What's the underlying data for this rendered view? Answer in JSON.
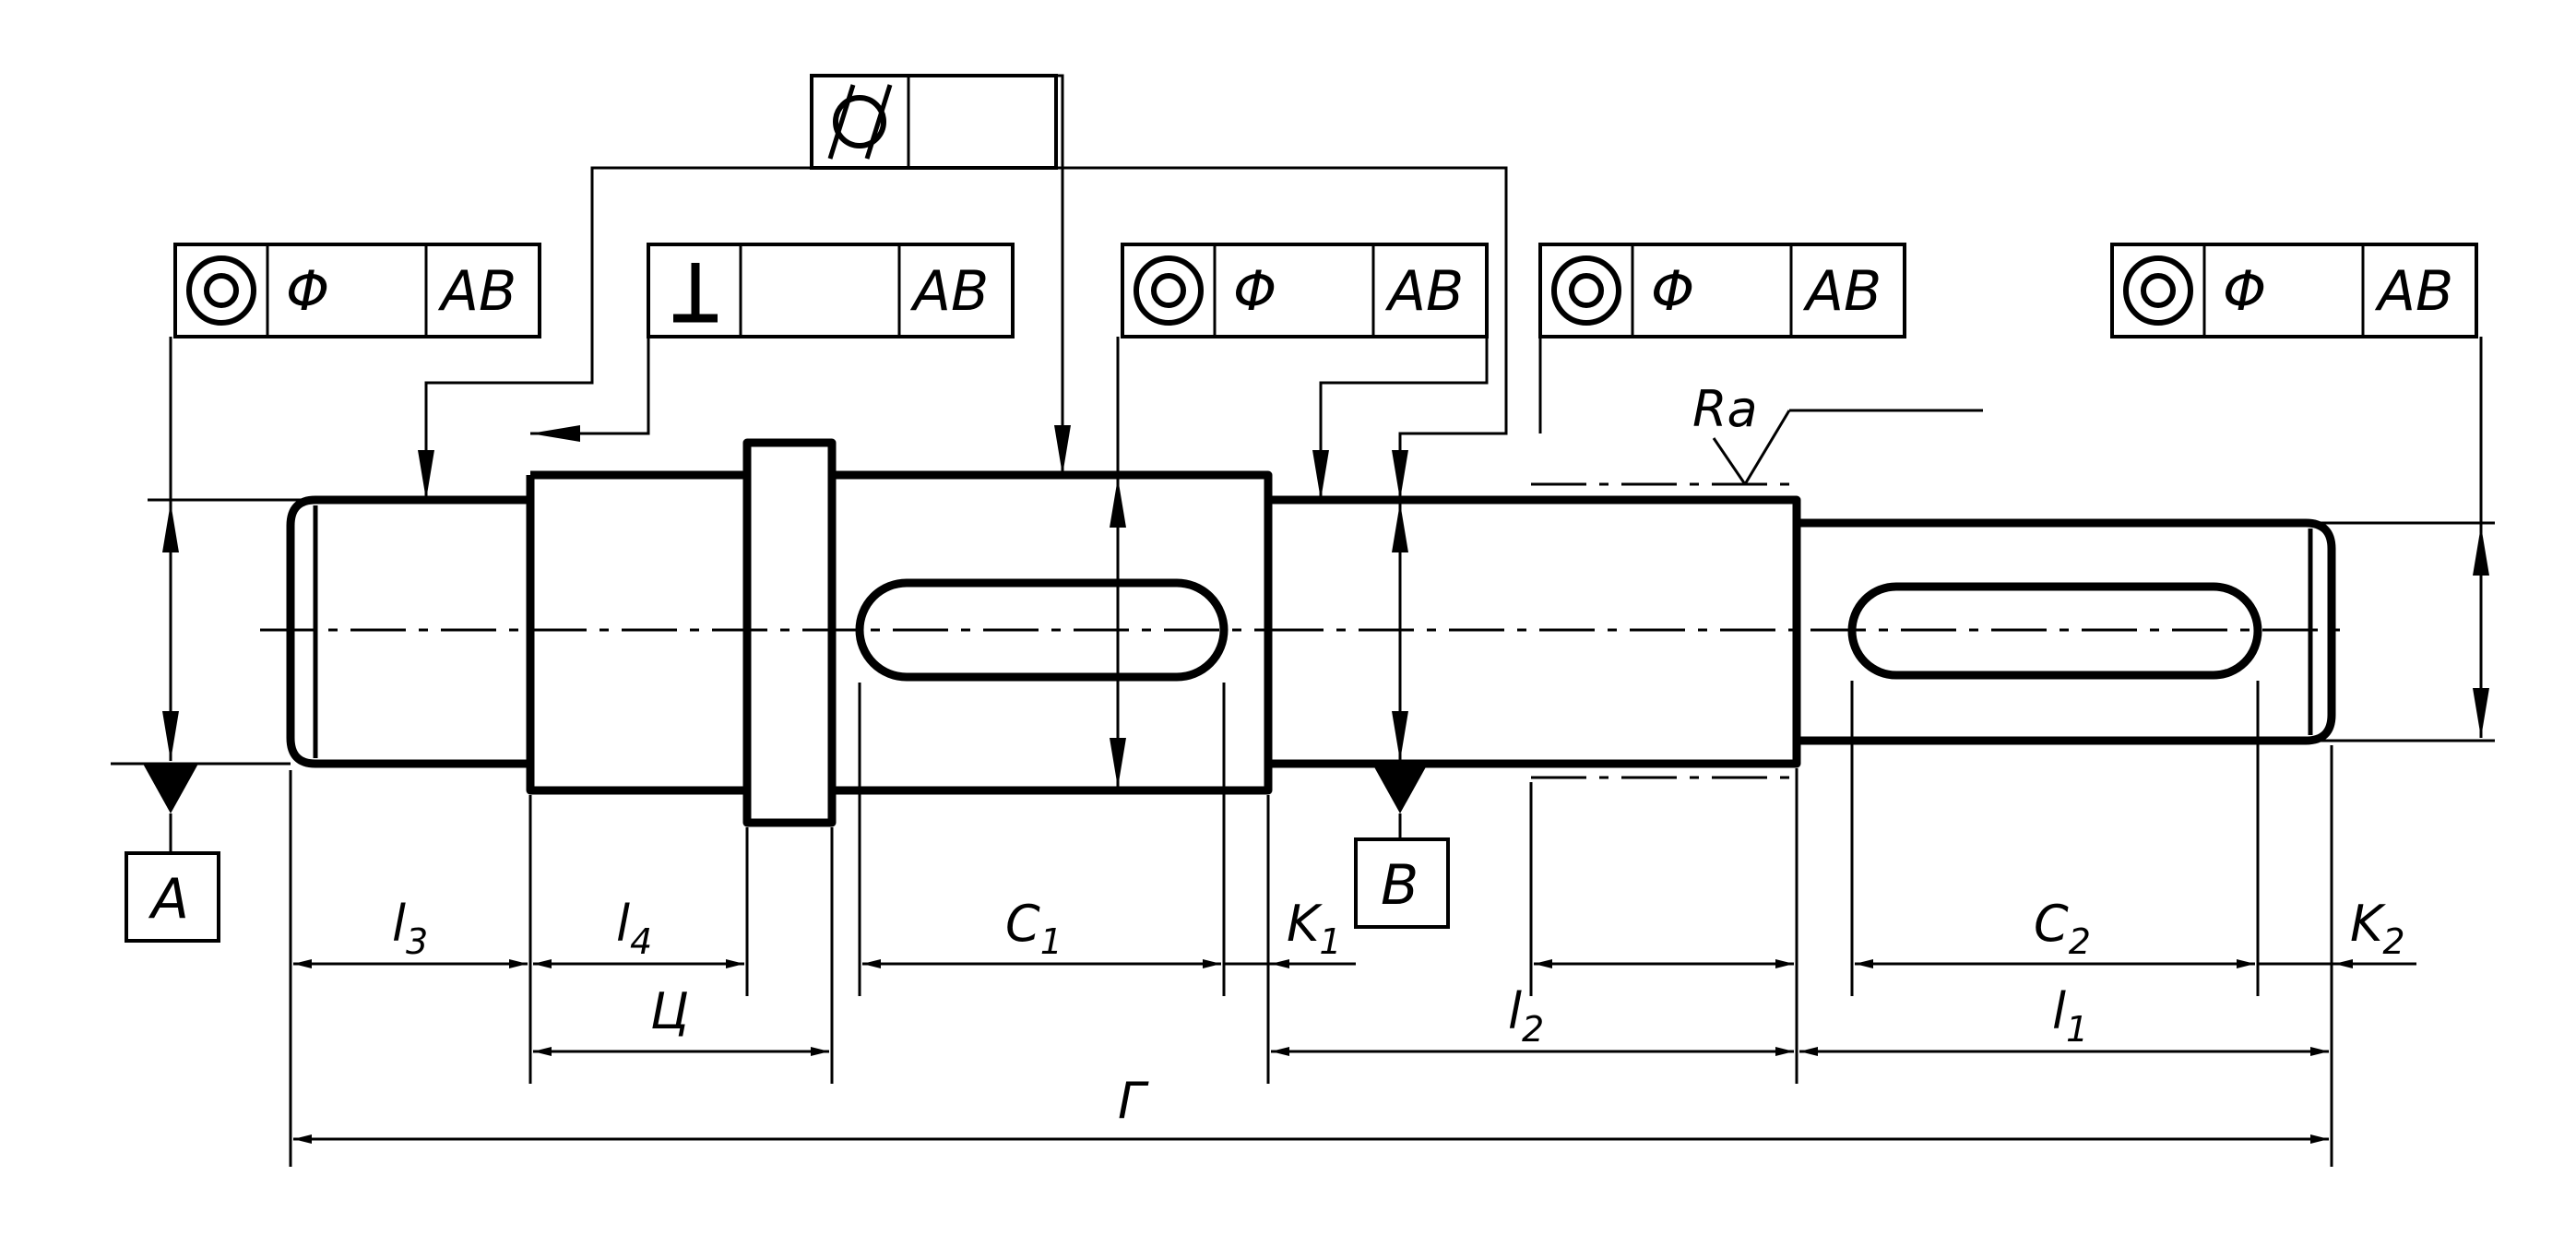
{
  "datums": {
    "a": "A",
    "b": "B"
  },
  "frames": {
    "f1": {
      "dia": "Φ",
      "ref": "AB"
    },
    "f2": {
      "ref": "AB"
    },
    "f3": {
      "dia": "Φ",
      "ref": "AB"
    },
    "f4": {
      "dia": "Φ",
      "ref": "AB"
    },
    "f5": {
      "dia": "Φ",
      "ref": "AB"
    }
  },
  "roughness": {
    "label": "Ra"
  },
  "dimensions": {
    "l3": {
      "main": "l",
      "sub": "3"
    },
    "l4": {
      "main": "l",
      "sub": "4"
    },
    "c1": {
      "main": "C",
      "sub": "1"
    },
    "k1": {
      "main": "K",
      "sub": "1"
    },
    "c2": {
      "main": "C",
      "sub": "2"
    },
    "k2": {
      "main": "K",
      "sub": "2"
    },
    "ts": "Ц",
    "l2": {
      "main": "l",
      "sub": "2"
    },
    "l1": {
      "main": "l",
      "sub": "1"
    },
    "g": "Г"
  }
}
